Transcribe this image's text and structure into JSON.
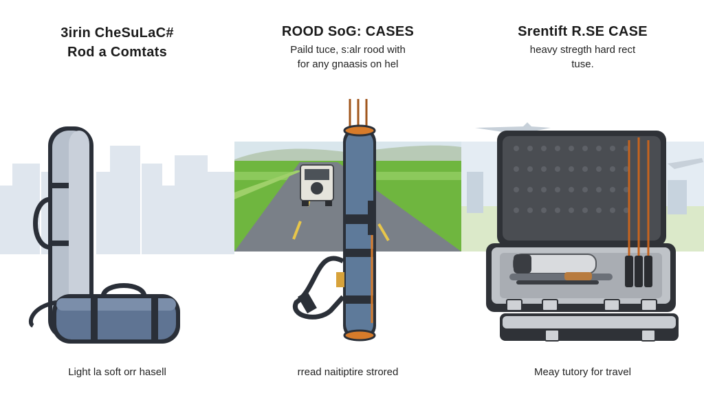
{
  "panels": [
    {
      "title_line1": "3irin CheSuLaC#",
      "title_line2": "Rod a Comtats",
      "caption": "Light la soft orr hasell"
    },
    {
      "title": "ROOD  SoG:  CASES",
      "subtitle_line1": "Paild tuce, s:alr rood with",
      "subtitle_line2": "for any gnaasis on hel",
      "caption": "rread naitiptire strored"
    },
    {
      "title": "Srentift R.SE CASE",
      "subtitle_line1": "heavy stregth hard rect",
      "subtitle_line2": "tuse.",
      "caption": "Meay tutory for travel"
    }
  ],
  "colors": {
    "skyline": "#dfe6ee",
    "soft_case": "#5f7493",
    "soft_case_light": "#b7c0cc",
    "tube": "#5e7a9a",
    "accent_orange": "#d77b2a",
    "grass": "#6fb63f",
    "road": "#7a8088",
    "hard_case": "#2f3237",
    "foam": "#4a4d52"
  }
}
